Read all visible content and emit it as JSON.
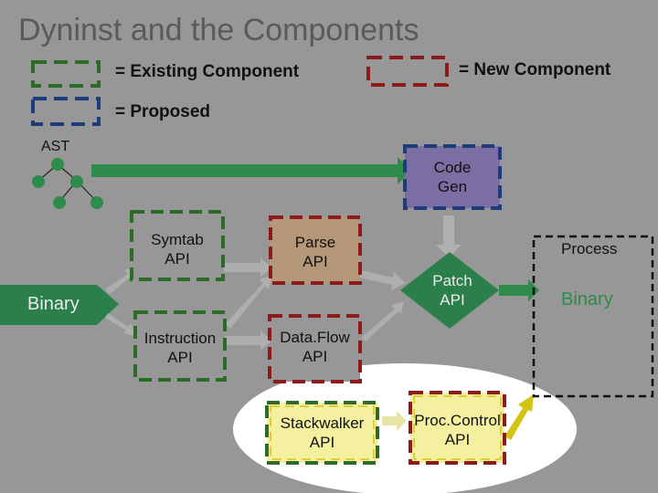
{
  "title": "Dyninst and the Components",
  "legend": {
    "existing": "= Existing Component",
    "new": "= New Component",
    "proposed": "= Proposed"
  },
  "labels": {
    "ast": "AST",
    "binary_in": "Binary",
    "process": "Process",
    "binary_out": "Binary"
  },
  "components": {
    "code_gen": "Code\nGen",
    "symtab": "Symtab\nAPI",
    "parse": "Parse\nAPI",
    "patch": "Patch\nAPI",
    "instruction": "Instruction\nAPI",
    "dataflow": "Data.Flow\nAPI",
    "stackwalker": "Stackwalker\nAPI",
    "proccontrol": "Proc.Control\nAPI"
  },
  "colors": {
    "background": "#979797",
    "existing_border": "#2e6b28",
    "new_border": "#8c1c1c",
    "proposed_border": "#1f3c7a",
    "highlight_border": "#d4c514",
    "green_node": "#2e8b4c",
    "binary_blob": "#2a7f4a",
    "parse_fill": "#b5977a",
    "codegen_fill": "#7a6ea3",
    "patch_fill": "#2a7f4a",
    "yellow_fill": "#f4f0a0",
    "white_oval": "#ffffff"
  }
}
